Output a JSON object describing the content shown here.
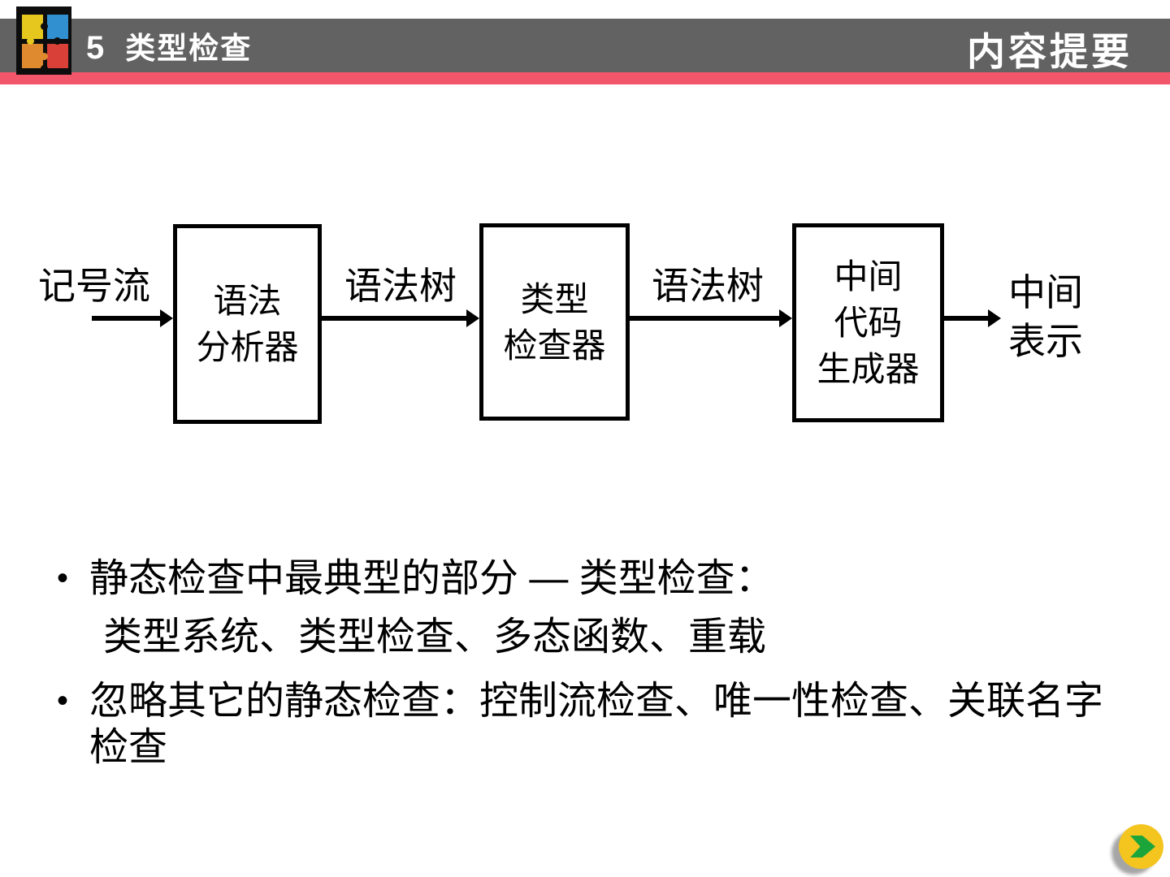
{
  "colors": {
    "bar_gray": "#626262",
    "accent_red": "#F2566A",
    "diagram_ink": "#000000",
    "button_yellow": "#F4C41F",
    "button_green": "#1CA53B",
    "logo_yellow": "#E5C71E",
    "logo_blue": "#3090D0",
    "logo_orange": "#E08A30",
    "logo_red": "#D94038"
  },
  "header": {
    "section_number": "5",
    "section_title": "类型检查",
    "corner_title": "内容提要"
  },
  "diagram": {
    "input_label": "记号流",
    "edge_labels": [
      "语法树",
      "语法树"
    ],
    "boxes": [
      {
        "name": "syntax-analyzer",
        "lines": [
          "语法",
          "分析器"
        ]
      },
      {
        "name": "type-checker",
        "lines": [
          "类型",
          "检查器"
        ]
      },
      {
        "name": "intermediate-code-generator",
        "lines": [
          "中间",
          "代码",
          "生成器"
        ]
      }
    ],
    "output_lines": [
      "中间",
      "表示"
    ]
  },
  "bullets": {
    "marker": "•",
    "items": [
      {
        "text": "静态检查中最典型的部分 — 类型检查：",
        "sub": "类型系统、类型检查、多态函数、重载"
      },
      {
        "text": "忽略其它的静态检查：控制流检查、唯一性检查、关联名字检查",
        "sub": ""
      }
    ]
  }
}
